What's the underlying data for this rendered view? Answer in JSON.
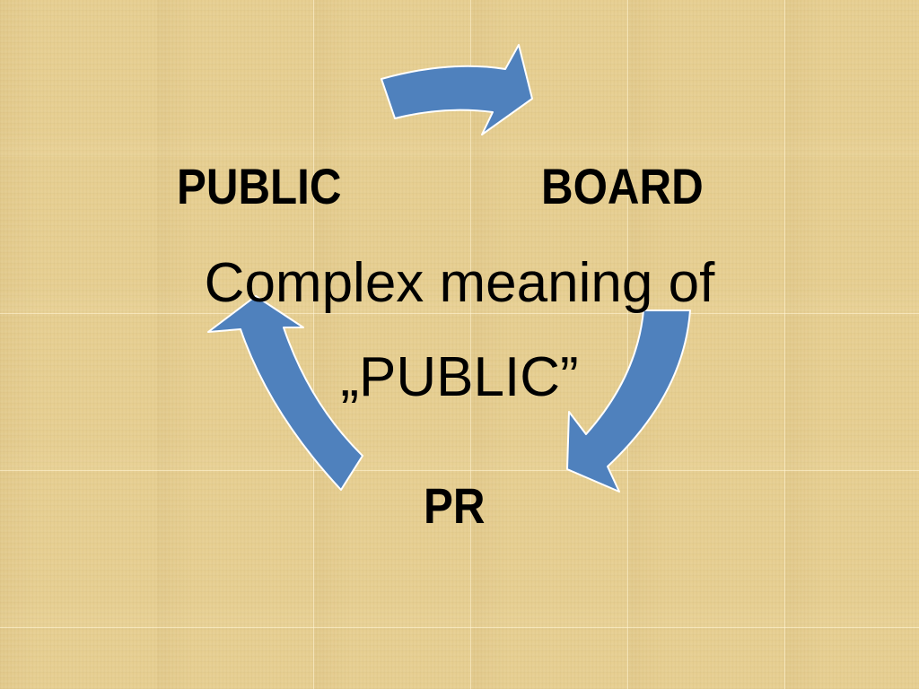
{
  "diagram": {
    "type": "cycle",
    "nodes": [
      {
        "id": "public",
        "label": "PUBLIC"
      },
      {
        "id": "board",
        "label": "BOARD"
      },
      {
        "id": "pr",
        "label": "PR"
      }
    ],
    "center": {
      "line1": "Complex meaning of",
      "line2": "„PUBLIC”"
    },
    "arrow_color": "#4f81bd",
    "arrow_outline_color": "#ffffff",
    "background_color": "#e6cd8e"
  }
}
